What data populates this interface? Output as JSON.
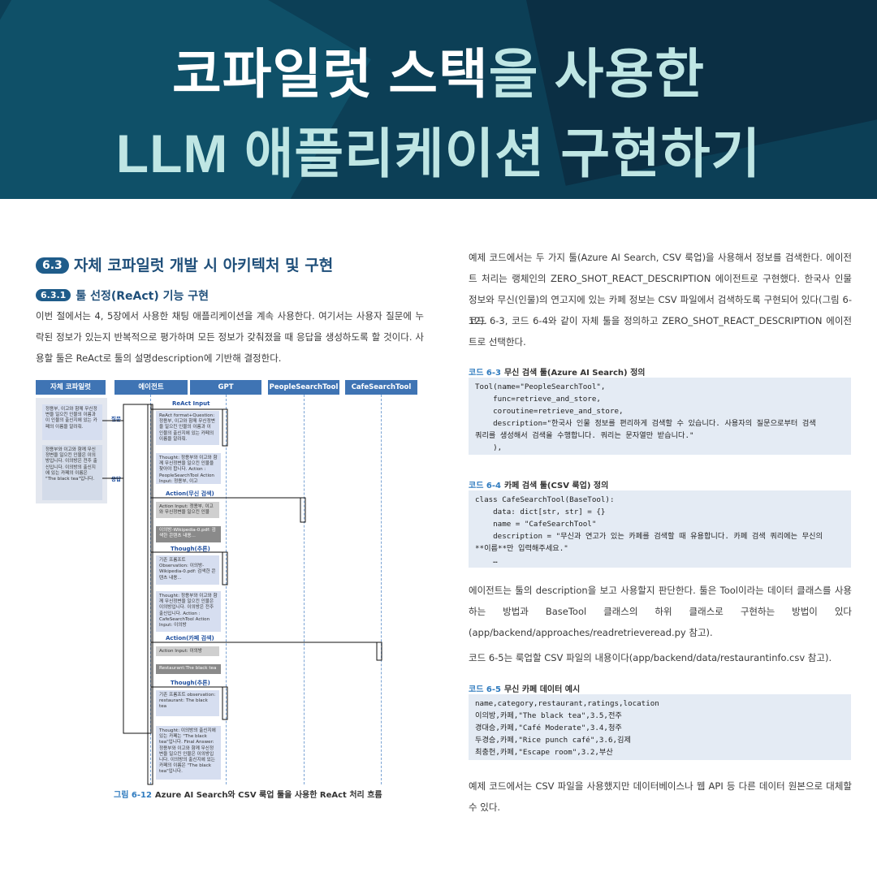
{
  "banner": {
    "line1_white": "코파일럿 스택",
    "line1_rest": "을 사용한",
    "line2": "LLM 애플리케이션 구현하기"
  },
  "section": {
    "badge": "6.3",
    "title": "자체 코파일럿 개발 시 아키텍처 및 구현"
  },
  "subsection": {
    "badge": "6.3.1",
    "title": "툴 선정(ReAct) 기능 구현"
  },
  "left_paragraph": "이번 절에서는 4, 5장에서 사용한 채팅 애플리케이션을 계속 사용한다. 여기서는 사용자 질문에 누락된 정보가 있는지 반복적으로 평가하며 모든 정보가 갖춰졌을 때 응답을 생성하도록 할 것이다. 사용할 툴은 ReAct로 툴의 설명description에 기반해 결정한다.",
  "diagram": {
    "headers": [
      "자체 코파일럿",
      "에이전트",
      "GPT",
      "PeopleSearchTool",
      "CafeSearchTool"
    ],
    "user_question": "정용부, 이고와 함께 무신정변을 일으킨 인물의 이름과 이 인물의 출신지에 있는 카페의 이름을 알려줘.",
    "user_answer": "정용부와 이고와 함께 무신정변을 일으킨 인물은 이의방입니다. 이의방은 전주 출신입니다. 이의방의 출신지에 있는 카페의 이름은 \"The black tea\"입니다.",
    "q_label": "질문",
    "a_label": "응답",
    "react_input": "ReAct Input",
    "react_box": "ReAct format+Question: 정용부, 이고와 함께 무신정변을 일으킨 인물의 이름과 이 인물의 출신지에 있는 카페의 이름을 알려줘.",
    "thought1": "Thought: 정용부와 이고와 함께 무신정변을 일으킨 인물을 찾아야 합니다. Action : PeopleSearchTool Action Input: 정용부, 이고",
    "action1_label": "Action(무신 검색)",
    "action_input1": "Action Input: 정용부, 이고와 무신정변을 일으킨 인물",
    "obs1": "이의방-Wikipedia-0.pdf: 검색한 콘텐츠 내용...",
    "though1_label": "Though(추론)",
    "box_obs1": "기존 프롬프트 Observation: 이의방-Wikipedia-0.pdf: 검색한 콘텐츠 내용...",
    "thought2": "Thought: 정용부와 이고와 함께 무신정변을 일으킨 인물은 이의방입니다. 이의방은 전주 출신입니다. Action : CafeSearchTool Action Input: 이의방",
    "action2_label": "Action(카페 검색)",
    "action_input2": "Action Input: 이의방",
    "obs2": "Restaurant:The black tea",
    "though2_label": "Though(추론)",
    "box_obs2": "기존 프롬프트 observation: restaurant: The black tea",
    "thought3": "Thought: 이의방의 출신지에 있는 카페는 \"The black tea\"입니다. Final Answer: 정용부와 이고와 함께 무신정변을 일으킨 인물은 이의방입니다. 이의방의 출신지에 있는 카페의 이름은 \"The black tea\"입니다."
  },
  "figure_caption": {
    "num": "그림 6-12",
    "text": "Azure AI Search와 CSV 룩업 툴을 사용한 ReAct 처리 흐름"
  },
  "right": {
    "p1": "예제 코드에서는 두 가지 툴(Azure AI Search, CSV 룩업)을 사용해서 정보를 검색한다. 에이전트 처리는 랭체인의 ZERO_SHOT_REACT_DESCRIPTION 에이전트로 구현했다. 한국사 인물 정보와 무신(인물)의 연고지에 있는 카페 정보는 CSV 파일에서 검색하도록 구현되어 있다(그림 6-12).",
    "p2": "코드 6-3, 코드 6-4와 같이 자체 툴을 정의하고 ZERO_SHOT_REACT_DESCRIPTION 에이전트로 선택한다.",
    "code1_num": "코드 6-3",
    "code1_title": "무신 검색 툴(Azure AI Search) 정의",
    "code1": "Tool(name=\"PeopleSearchTool\",\n    func=retrieve_and_store,\n    coroutine=retrieve_and_store,\n    description=\"한국사 인물 정보를 편리하게 검색할 수 있습니다. 사용자의 질문으로부터 검색\n쿼리를 생성해서 검색을 수행합니다. 쿼리는 문자열만 받습니다.\"\n    ),",
    "code2_num": "코드 6-4",
    "code2_title": "카페 검색 툴(CSV 룩업) 정의",
    "code2": "class CafeSearchTool(BaseTool):\n    data: dict[str, str] = {}\n    name = \"CafeSearchTool\"\n    description = \"무신과 연고가 있는 카페를 검색할 때 유용합니다. 카페 검색 쿼리에는 무신의\n**이름**만 입력해주세요.\"\n    …",
    "p3": "에이전트는 툴의 description을 보고 사용할지 판단한다. 툴은 Tool이라는 데이터 클래스를 사용하는 방법과 BaseTool 클래스의 하위 클래스로 구현하는 방법이 있다(app/backend/approaches/readretrieveread.py 참고).",
    "p4": "코드 6-5는 룩업할 CSV 파일의 내용이다(app/backend/data/restaurantinfo.csv 참고).",
    "code3_num": "코드 6-5",
    "code3_title": "무신 카페 데이터 예시",
    "code3": "name,category,restaurant,ratings,location\n이의방,카페,\"The black tea\",3.5,전주\n경대승,카페,\"Café Moderate\",3.4,청주\n두경승,카페,\"Rice punch café\",3.6,김제\n최충헌,카페,\"Escape room\",3.2,부산",
    "p5": "예제 코드에서는 CSV 파일을 사용했지만 데이터베이스나 웹 API 등 다른 데이터 원본으로 대체할 수 있다."
  }
}
